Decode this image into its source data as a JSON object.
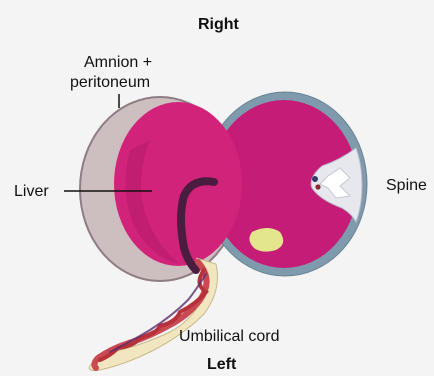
{
  "diagram": {
    "orientation_top": "Right",
    "orientation_bottom": "Left",
    "labels": {
      "amnion_line1": "Amnion +",
      "amnion_line2": "peritoneum",
      "liver": "Liver",
      "spine": "Spine",
      "umbilical_cord": "Umbilical cord"
    },
    "colors": {
      "background": "#f4f4f4",
      "amnion_sac": "#cdbfc0",
      "amnion_outline": "#8f7d86",
      "liver": "#d2237a",
      "abdomen_outline": "#7f9aac",
      "abdomen_fill": "#c51d77",
      "spine_region": "#e7e7ee",
      "cord": "#c94a52",
      "cord_vessel": "#5a2d6e",
      "stomach": "#e4e68e",
      "vein": "#4a1c3f"
    }
  }
}
